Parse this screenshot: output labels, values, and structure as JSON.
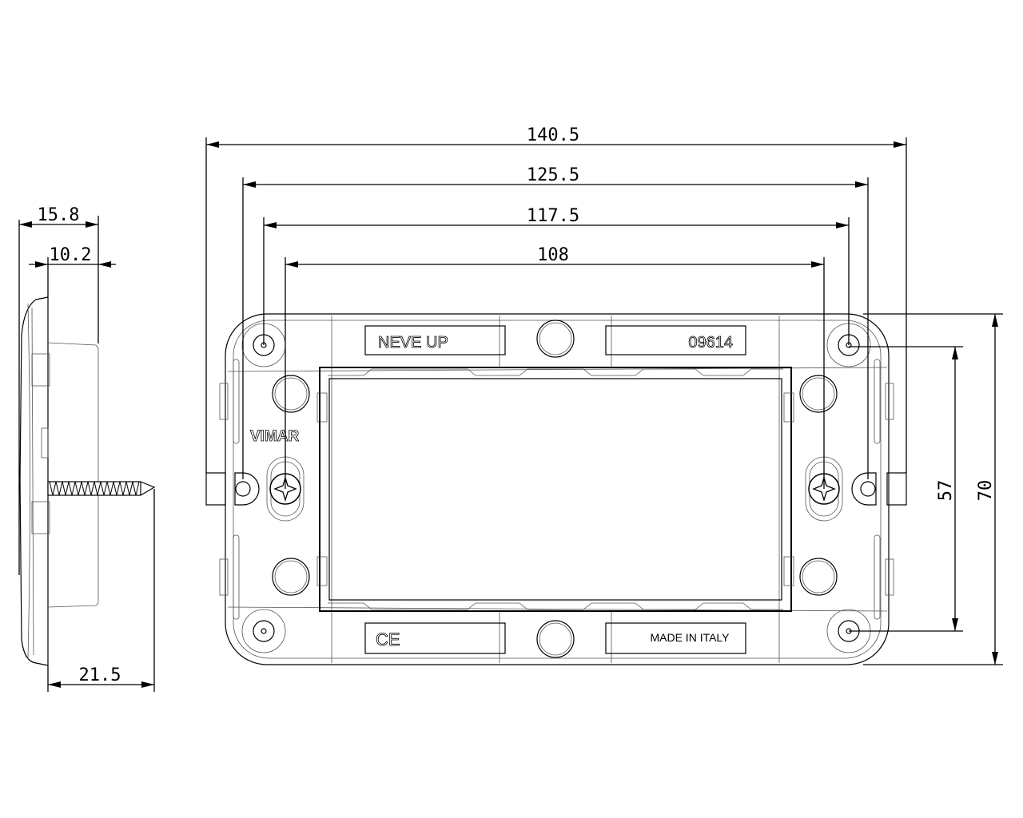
{
  "dimensions": {
    "overall_width": "140.5",
    "tab_width": "125.5",
    "fixing_hole_spacing": "117.5",
    "screw_spacing": "108",
    "overall_height": "70",
    "vertical_hole_spacing": "57",
    "side_depth": "15.8",
    "body_depth": "10.2",
    "screw_length": "21.5"
  },
  "labels": {
    "series": "NEVE UP",
    "code": "09614",
    "brand": "VIMAR",
    "ce_mark": "CE",
    "origin": "MADE IN ITALY"
  }
}
